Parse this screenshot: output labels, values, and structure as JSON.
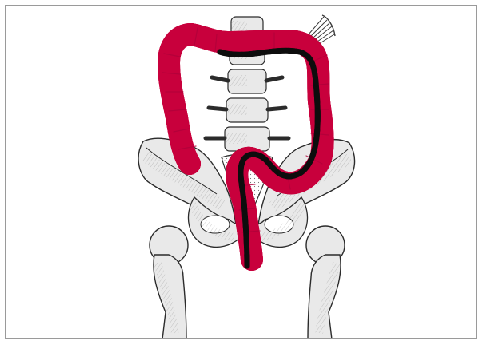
{
  "figure": {
    "subject": "colonoscope-in-colon-illustration",
    "caption": "",
    "colors": {
      "frame_border": "#9a9a9a",
      "bone_fill": "#e9e9e9",
      "bone_stroke": "#2b2b2b",
      "bone_hatch": "#8c8c8c",
      "colon_outer": "#c8003c",
      "colon_inner": "#e58cc0",
      "colon_highlight": "#f5d2e6",
      "scope": "#0d0d0d",
      "scope_highlight": "#f3f3f3"
    },
    "parts": [
      {
        "id": "lumbar-spine",
        "icon": "vertebra-stack"
      },
      {
        "id": "pelvis",
        "icon": "pelvic-girdle"
      },
      {
        "id": "femoral-heads",
        "icon": "femur-pair"
      },
      {
        "id": "colon",
        "icon": "large-intestine"
      },
      {
        "id": "colonoscope",
        "icon": "scope-tube"
      },
      {
        "id": "mesentery-vessels",
        "icon": "fan-vessels"
      }
    ]
  }
}
